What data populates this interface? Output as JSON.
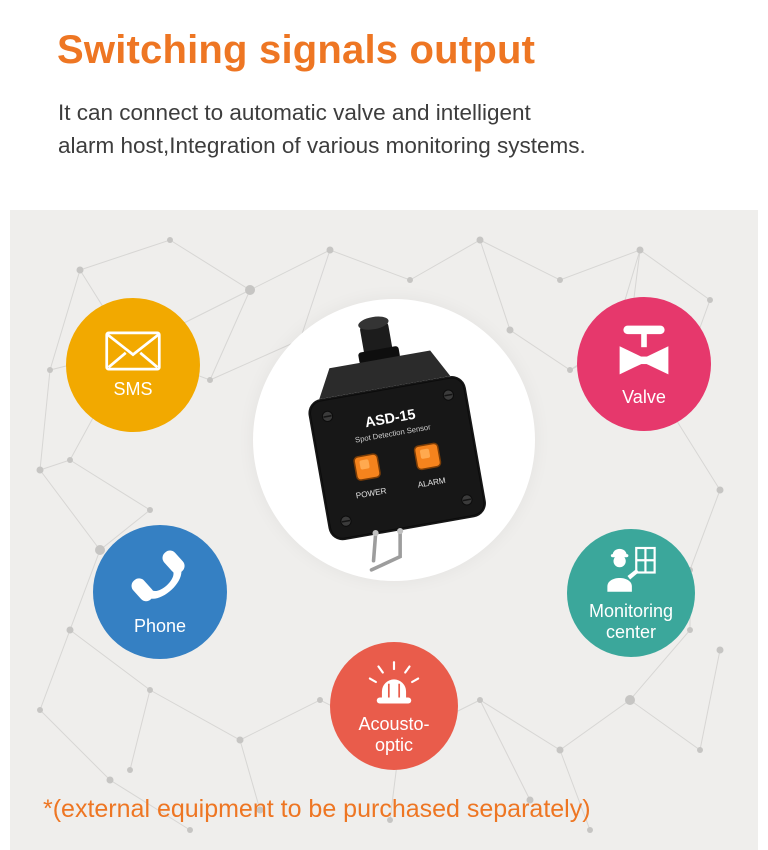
{
  "header": {
    "title": "Switching signals output",
    "subtitle_line1": "It can connect to automatic valve and intelligent",
    "subtitle_line2": "alarm host,Integration of various monitoring systems."
  },
  "nodes": {
    "sms": {
      "label": "SMS",
      "icon": "envelope-icon",
      "color": "#F2A900"
    },
    "valve": {
      "label": "Valve",
      "icon": "valve-icon",
      "color": "#E6386C"
    },
    "phone": {
      "label": "Phone",
      "icon": "phone-handset-icon",
      "color": "#3580C3"
    },
    "monitoring": {
      "label_line1": "Monitoring",
      "label_line2": "center",
      "icon": "operator-screens-icon",
      "color": "#3BA79B"
    },
    "acousto": {
      "label_line1": "Acousto-",
      "label_line2": "optic",
      "icon": "siren-beacon-icon",
      "color": "#E95C4B"
    }
  },
  "device": {
    "model": "ASD-15",
    "subtitle": "Spot Detection Sensor",
    "led1_label": "POWER",
    "led2_label": "ALARM"
  },
  "footnote": "*(external equipment to be purchased separately)",
  "colors": {
    "accent_orange": "#EE7623",
    "panel_bg": "#EFEEEC",
    "led_orange": "#F5831D",
    "network_line": "#D7D6D4",
    "network_dot": "#C6C5C3"
  }
}
